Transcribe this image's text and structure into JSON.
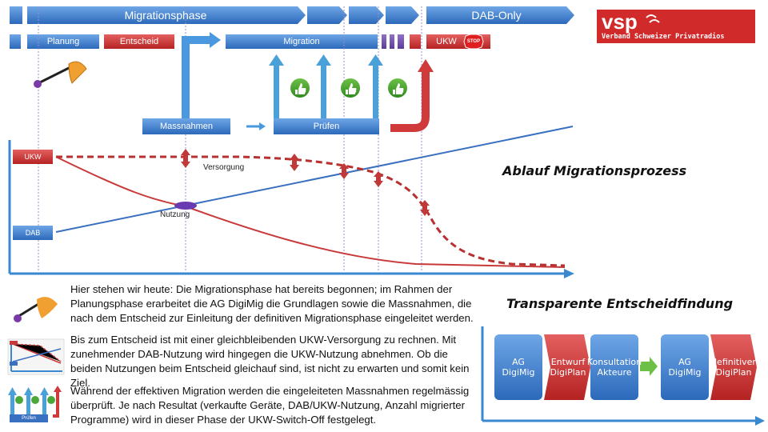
{
  "phases": {
    "migrationsphase": "Migrationsphase",
    "dab_only": "DAB-Only",
    "planung": "Planung",
    "entscheid": "Entscheid",
    "migration": "Migration",
    "ukw": "UKW",
    "stop": "STOP",
    "massnahmen": "Massnahmen",
    "pruefen": "Prüfen"
  },
  "logo": {
    "text": "vsp",
    "subtitle": "Verband Schweizer Privatradios"
  },
  "chart_labels": {
    "ukw": "UKW",
    "dab": "DAB",
    "versorgung": "Versorgung",
    "nutzung": "Nutzung"
  },
  "chart_data": {
    "type": "line",
    "series": [
      {
        "name": "Versorgung",
        "style": "dashed",
        "color": "#b83030",
        "values": [
          1.0,
          1.0,
          1.0,
          0.97,
          0.9,
          0.8,
          0.6,
          0.25,
          0.05,
          0.02
        ]
      },
      {
        "name": "Nutzung",
        "style": "solid",
        "color": "#c83a3a",
        "values": [
          1.0,
          0.5,
          0.3,
          0.2,
          0.1,
          0.05,
          0.02,
          0.01,
          0.0,
          0.0
        ]
      },
      {
        "name": "DAB",
        "style": "solid",
        "color": "#3a70c0",
        "values": [
          0.0,
          0.15,
          0.3,
          0.45,
          0.6,
          0.75,
          0.9,
          1.0,
          1.05,
          1.1
        ]
      }
    ]
  },
  "titles": {
    "ablauf": "Ablauf Migrationsprozess",
    "transparent": "Transparente Entscheidfindung"
  },
  "descriptions": [
    "Hier stehen wir heute: Die Migrationsphase hat bereits begonnen; im Rahmen der Planungsphase erarbeitet die AG DigiMig die Grundlagen sowie die Massnahmen, die nach dem Entscheid zur Einleitung der definitiven Migrationsphase eingeleitet werden.",
    "Bis zum Entscheid ist mit einer gleichbleibenden UKW-Versorgung zu rechnen. Mit zunehmender DAB-Nutzung wird hingegen die UKW-Nutzung abnehmen. Ob die beiden Nutzungen beim Entscheid gleichauf sind, ist nicht zu erwarten und somit kein Ziel.",
    "Während der effektiven Migration werden die eingeleiteten Massnahmen regelmässig überprüft. Je nach Resultat (verkaufte Geräte, DAB/UKW-Nutzung, Anzahl migrierter Programme) wird in dieser Phase der UKW-Switch-Off festgelegt."
  ],
  "thumb_labels": {
    "pruefen": "Prüfen"
  },
  "process": [
    {
      "label": "AG DigiMig",
      "color": "#2f6fc9"
    },
    {
      "label": "Entwurf\nDigiPlan",
      "color": "#c83030"
    },
    {
      "label": "Konsultation\nAkteure",
      "color": "#2f6fc9"
    },
    {
      "label": "AG DigiMig",
      "color": "#2f6fc9"
    },
    {
      "label": "definitiver\nDigiPlan",
      "color": "#c83030"
    }
  ]
}
